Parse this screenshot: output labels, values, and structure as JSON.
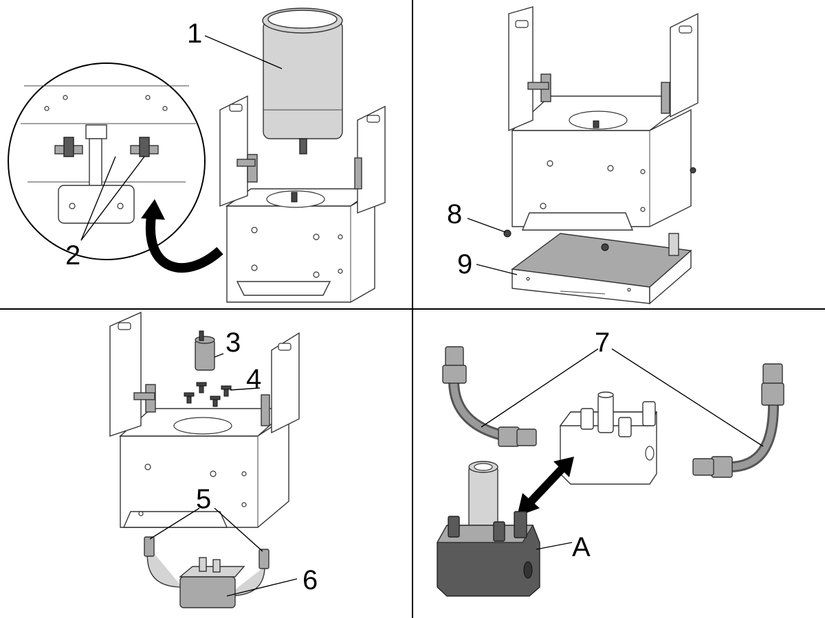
{
  "callouts": {
    "c1": "1",
    "c2": "2",
    "c3": "3",
    "c4": "4",
    "c5": "5",
    "c6": "6",
    "c7": "7",
    "c8": "8",
    "c9": "9",
    "cA": "A"
  },
  "panels": [
    "top-left",
    "top-right",
    "bottom-left",
    "bottom-right"
  ],
  "colors": {
    "dark_part": "#5a5a5a",
    "mid_part": "#a9a9a9",
    "light_part": "#d4d4d4",
    "line": "#000000"
  }
}
